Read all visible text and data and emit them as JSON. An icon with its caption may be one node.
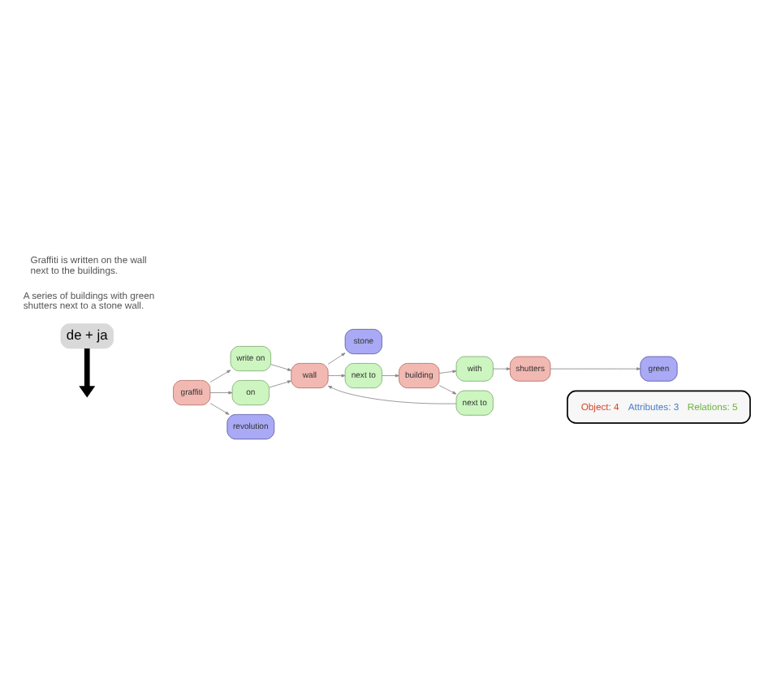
{
  "diagram": {
    "nodes": [
      {
        "text": [
          "de + ja"
        ]
      },
      {
        "text": [
          "graffiti"
        ]
      },
      {
        "text": [
          "write on"
        ]
      },
      {
        "text": [
          "on"
        ]
      },
      {
        "text": [
          "revolution"
        ]
      },
      {
        "text": [
          "wall"
        ]
      },
      {
        "text": [
          "stone"
        ]
      },
      {
        "text": [
          "next to"
        ]
      },
      {
        "text": [
          "next to"
        ]
      },
      {
        "text": [
          "building"
        ]
      },
      {
        "text": [
          "with"
        ]
      },
      {
        "text": [
          "shutters"
        ]
      },
      {
        "text": [
          "green"
        ]
      },
      {
        "text": [
          "Object: 4",
          "Attributes: 3",
          "Relations: 5"
        ]
      }
    ],
    "edges": [
      {
        "from": 0,
        "to": null,
        "arrow": "to",
        "style": "thick",
        "color": "#000000"
      },
      {
        "from": 1,
        "to": 2,
        "arrow": "to"
      },
      {
        "from": 2,
        "to": 5,
        "arrow": "to"
      },
      {
        "from": 1,
        "to": 3,
        "arrow": "to"
      },
      {
        "from": 3,
        "to": 5,
        "arrow": "to"
      },
      {
        "from": 1,
        "to": 4,
        "arrow": "to"
      },
      {
        "from": 8,
        "to": 5,
        "arrow": "to"
      },
      {
        "from": 5,
        "to": 6,
        "arrow": "to"
      },
      {
        "from": 5,
        "to": 7,
        "arrow": "to"
      },
      {
        "from": 7,
        "to": 9,
        "arrow": "to"
      },
      {
        "from": 9,
        "to": 8,
        "arrow": "to"
      },
      {
        "from": 9,
        "to": 10,
        "arrow": "to"
      },
      {
        "from": 10,
        "to": 11,
        "arrow": "to"
      },
      {
        "from": 11,
        "to": 12,
        "arrow": "to"
      }
    ],
    "labels": [
      "A series of buildings with green shutters next to a stone wall.",
      "Graffiti is written on the wall next to the buildings."
    ]
  }
}
